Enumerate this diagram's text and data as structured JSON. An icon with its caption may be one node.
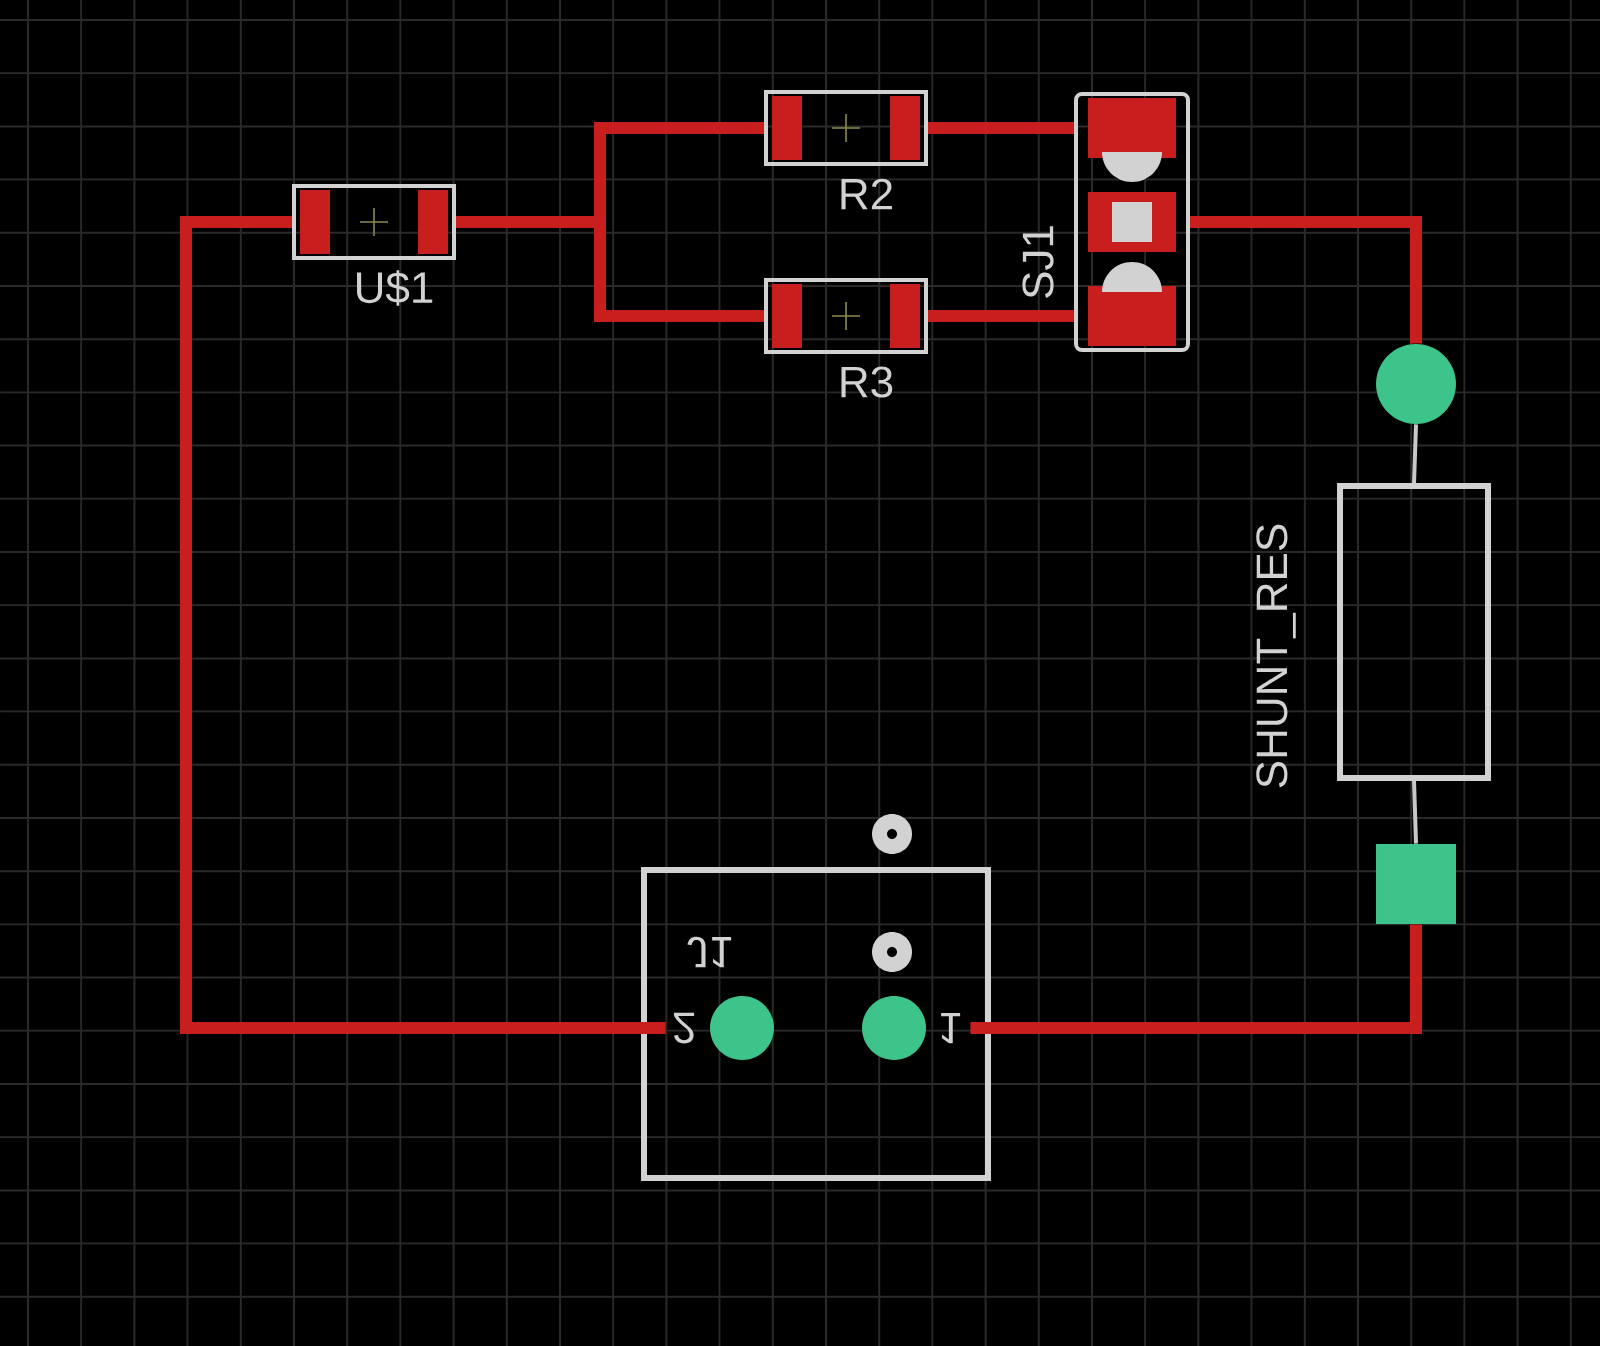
{
  "diagram": {
    "nodes": [
      {
        "text": [
          "U$1"
        ]
      },
      {
        "text": [
          "R2"
        ]
      },
      {
        "text": [
          "R3"
        ]
      },
      {
        "text": [
          "SJ1"
        ]
      },
      {
        "text": [],
        "shape": "circle"
      },
      {
        "text": [
          "SHUNT_RES"
        ]
      },
      {
        "text": [],
        "shape": "box"
      },
      {
        "text": [
          "J1"
        ]
      },
      {
        "text": [
          "2"
        ],
        "in": 7
      },
      {
        "text": [
          "1"
        ],
        "in": 7
      }
    ],
    "edges": [
      {
        "from": 0,
        "to": 1,
        "arrow": "none"
      },
      {
        "from": 0,
        "to": 2,
        "arrow": "none"
      },
      {
        "from": 1,
        "to": 3,
        "arrow": "none"
      },
      {
        "from": 2,
        "to": 3,
        "arrow": "none"
      },
      {
        "from": 3,
        "to": 4,
        "arrow": "none"
      },
      {
        "from": 4,
        "to": 5,
        "arrow": "none",
        "color": "#c8c8c8"
      },
      {
        "from": 5,
        "to": 6,
        "arrow": "none",
        "color": "#c8c8c8"
      },
      {
        "from": 6,
        "to": 9,
        "arrow": "none"
      },
      {
        "from": 8,
        "to": 0,
        "arrow": "none"
      }
    ]
  }
}
